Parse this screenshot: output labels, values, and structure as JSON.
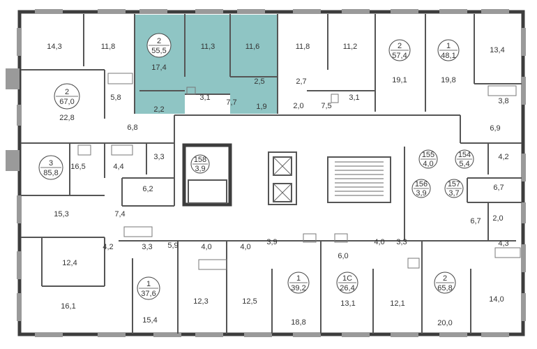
{
  "colors": {
    "highlight": "#8fc5c4",
    "wall": "#3d3d3d",
    "window": "#9a9a9a",
    "background": "#ffffff"
  },
  "highlighted_apartment": {
    "rooms": "2",
    "area": "55,5"
  },
  "apartments": [
    {
      "rooms": "2",
      "area": "55,5"
    },
    {
      "rooms": "2",
      "area": "57,4"
    },
    {
      "rooms": "1",
      "area": "48,1"
    },
    {
      "rooms": "2",
      "area": "67,0"
    },
    {
      "rooms": "3",
      "area": "85,8"
    },
    {
      "rooms": "1",
      "area": "37,6"
    },
    {
      "rooms": "1",
      "area": "39,2"
    },
    {
      "rooms": "1С",
      "area": "26,4"
    },
    {
      "rooms": "2",
      "area": "65,8"
    },
    {
      "rooms": "158",
      "area": "3,9"
    },
    {
      "rooms": "155",
      "area": "4,0"
    },
    {
      "rooms": "154",
      "area": "5,4"
    },
    {
      "rooms": "156",
      "area": "3,9"
    },
    {
      "rooms": "157",
      "area": "3,7"
    }
  ],
  "room_labels": [
    "14,3",
    "11,8",
    "17,4",
    "11,3",
    "11,6",
    "11,8",
    "11,2",
    "19,1",
    "19,8",
    "13,4",
    "5,8",
    "2,2",
    "3,1",
    "7,7",
    "2,5",
    "1,9",
    "2,7",
    "2,0",
    "7,5",
    "3,1",
    "3,8",
    "22,8",
    "6,8",
    "6,9",
    "16,5",
    "4,4",
    "3,3",
    "4,2",
    "6,2",
    "6,7",
    "15,3",
    "7,4",
    "6,7",
    "2,0",
    "4,3",
    "12,4",
    "4,2",
    "3,3",
    "5,9",
    "4,0",
    "4,0",
    "3,9",
    "6,0",
    "4,0",
    "3,3",
    "16,1",
    "15,4",
    "12,3",
    "12,5",
    "18,8",
    "13,1",
    "12,1",
    "20,0",
    "14,0"
  ]
}
